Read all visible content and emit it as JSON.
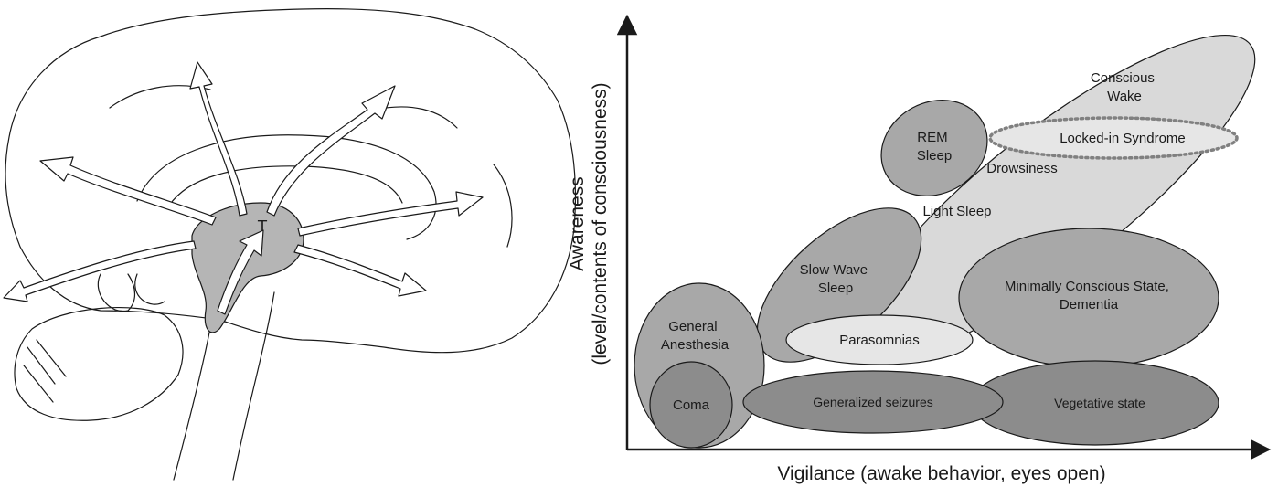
{
  "brain": {
    "thalamus_label": "T"
  },
  "diagram": {
    "x_axis_label": "Vigilance (awake behavior, eyes open)",
    "y_axis_label_line1": "Awareness",
    "y_axis_label_line2": "(level/contents of consciousness)",
    "states": {
      "conscious_wake": [
        "Conscious",
        "Wake"
      ],
      "locked_in": "Locked-in Syndrome",
      "rem_sleep": [
        "REM",
        "Sleep"
      ],
      "drowsiness": "Drowsiness",
      "light_sleep": "Light Sleep",
      "slow_wave_sleep": [
        "Slow Wave",
        "Sleep"
      ],
      "minimally_conscious": [
        "Minimally Conscious State,",
        "Dementia"
      ],
      "general_anesthesia": [
        "General",
        "Anesthesia"
      ],
      "parasomnias": "Parasomnias",
      "coma": "Coma",
      "generalized_seizures": "Generalized seizures",
      "vegetative_state": "Vegetative state"
    }
  },
  "colors": {
    "light_fill": "#d9d9d9",
    "mid_fill": "#a8a8a8",
    "dark_fill": "#8c8c8c",
    "pale_fill": "#e6e6e6",
    "thalamus_fill": "#b5b5b5",
    "outline": "#1a1a1a"
  }
}
